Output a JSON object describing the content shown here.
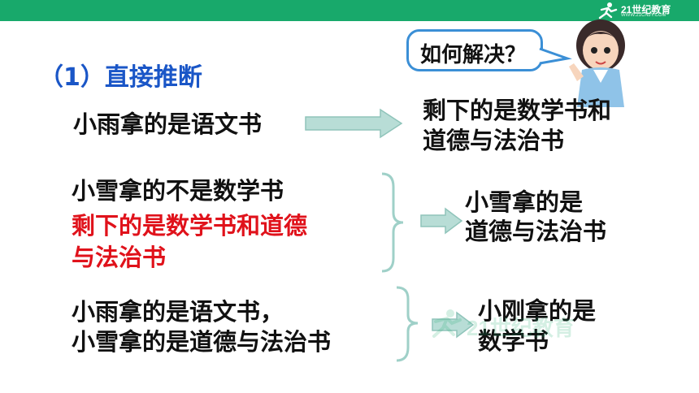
{
  "header": {
    "logo_text": "21世纪教育",
    "logo_sub": "WWW.21CNJY.COM"
  },
  "heading": "（1）直接推断",
  "bubble": {
    "text": "如何解决？"
  },
  "rows": [
    {
      "left_lines": [
        "小雨拿的是语文书"
      ],
      "right_lines": [
        "剩下的是数学书和",
        "道德与法治书"
      ]
    },
    {
      "left_lines": [
        "小雪拿的不是数学书"
      ],
      "left_red_lines": [
        "剩下的是数学书和道德",
        "与法治书"
      ],
      "right_lines": [
        "小雪拿的是",
        "道德与法治书"
      ]
    },
    {
      "left_lines": [
        "小雨拿的是语文书，",
        "小雪拿的是道德与法治书"
      ],
      "right_lines": [
        "小刚拿的是",
        "数学书"
      ]
    }
  ],
  "watermark_text": "21世纪教育",
  "colors": {
    "topbar": "#18a96b",
    "heading": "#1a56c7",
    "red_text": "#e0121b",
    "arrow": "#b8ddd6",
    "bracket": "#9fd0c8",
    "bubble_border": "#3b8fd6"
  }
}
